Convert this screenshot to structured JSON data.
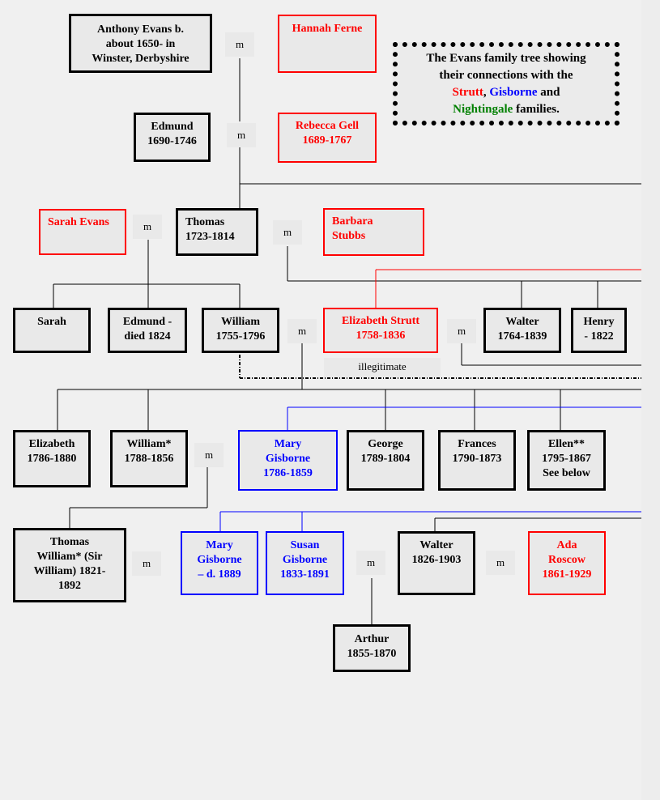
{
  "title": {
    "line1": "The Evans family tree showing",
    "line2": "their connections with the",
    "strutt": "Strutt",
    "comma": ",",
    "gisborne": "Gisborne",
    "and": "and",
    "nightingale": "Nightingale",
    "families": "families."
  },
  "colors": {
    "evans": "#000000",
    "strutt": "#ff0000",
    "gisborne": "#0000ff",
    "nightingale": "#008000",
    "background": "#f0f0f0"
  },
  "people": {
    "anthony_evans": "Anthony Evans b.\nabout 1650- in\nWinster, Derbyshire",
    "hannah_ferne": "Hannah Ferne",
    "edmund_1690": "Edmund\n1690-1746",
    "rebecca_gell": "Rebecca Gell\n1689-1767",
    "sarah_evans": "Sarah Evans",
    "thomas_1723": "Thomas\n1723-1814",
    "barbara_stubbs": "Barbara\nStubbs",
    "sarah": "Sarah",
    "edmund_1824": "Edmund -\ndied 1824",
    "william_1755": "William\n1755-1796",
    "elizabeth_strutt": "Elizabeth Strutt\n1758-1836",
    "walter_1764": "Walter\n1764-1839",
    "henry": "Henry\n- 1822",
    "elizabeth_1786": "Elizabeth\n1786-1880",
    "william_1788": "William*\n1788-1856",
    "mary_gisborne_1786": "Mary\nGisborne\n1786-1859",
    "george": "George\n1789-1804",
    "frances": "Frances\n1790-1873",
    "ellen": "Ellen**\n1795-1867\nSee below",
    "thomas_william": "Thomas\nWilliam* (Sir\nWilliam) 1821-\n1892",
    "mary_gisborne_1889": "Mary\nGisborne\n– d. 1889",
    "susan_gisborne": "Susan\nGisborne\n1833-1891",
    "walter_1826": "Walter\n1826-1903",
    "ada_roscow": "Ada\nRoscow\n1861-1929",
    "arthur": "Arthur\n1855-1870"
  },
  "marriage_label": "m",
  "notes": {
    "illegitimate": "illegitimate"
  }
}
